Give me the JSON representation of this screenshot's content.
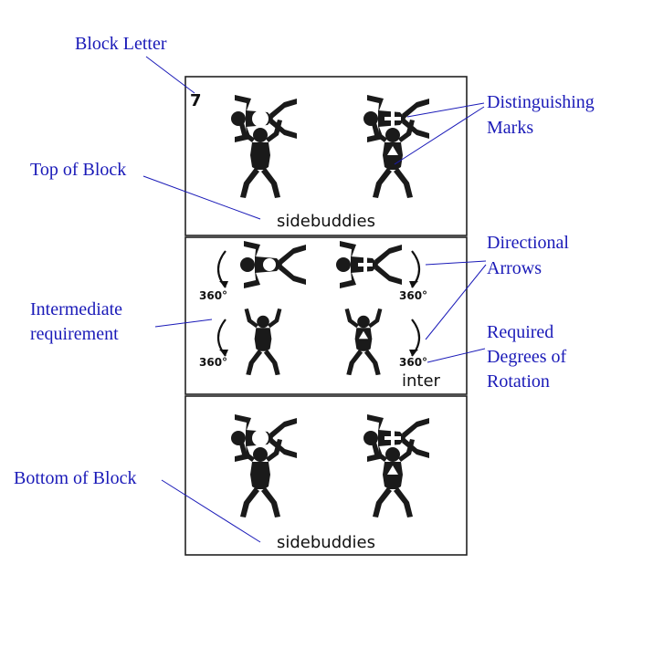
{
  "block_letter": "7",
  "callouts": {
    "block_letter": "Block Letter",
    "distinguishing_1": "Distinguishing",
    "distinguishing_2": "Marks",
    "top_of_block": "Top of Block",
    "directional_1": "Directional",
    "directional_2": "Arrows",
    "intermediate_1": "Intermediate",
    "intermediate_2": "requirement",
    "required_1": "Required",
    "required_2": "Degrees of",
    "required_3": "Rotation",
    "bottom_of_block": "Bottom of Block"
  },
  "panels": {
    "top_caption": "sidebuddies",
    "middle_caption": "inter",
    "bottom_caption": "sidebuddies"
  },
  "rotation": {
    "top_left": "360°",
    "top_right": "360°",
    "bottom_left": "360°",
    "bottom_right": "360°"
  },
  "colors": {
    "callout_text": "#1a1ab8",
    "figure": "#1a1a1a",
    "frame": "#222222"
  },
  "icons": [
    "skydiver-pair-icon",
    "rotation-arrow-icon"
  ]
}
